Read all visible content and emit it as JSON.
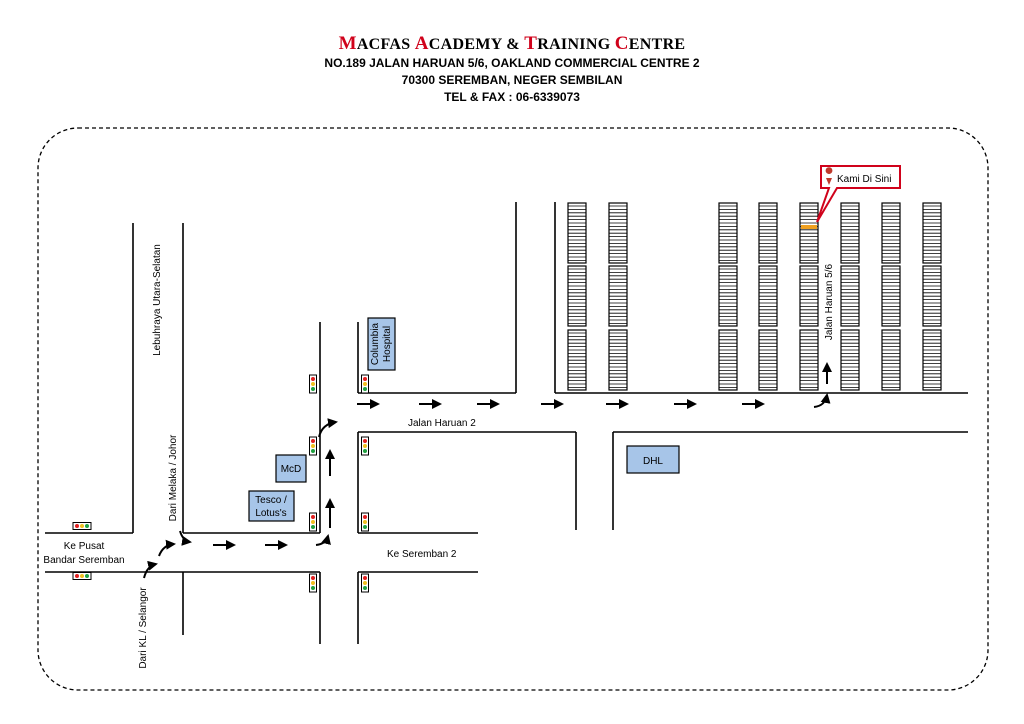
{
  "header": {
    "title_parts": [
      {
        "cap": "M",
        "rest": "ACFAS "
      },
      {
        "cap": "A",
        "rest": "CADEMY & "
      },
      {
        "cap": "T",
        "rest": "RAINING "
      },
      {
        "cap": "C",
        "rest": "ENTRE"
      }
    ],
    "address_line1": "NO.189 JALAN HARUAN 5/6, OAKLAND COMMERCIAL CENTRE 2",
    "address_line2": "70300 SEREMBAN, NEGER SEMBILAN",
    "tel_fax": "TEL & FAX : 06-6339073"
  },
  "colors": {
    "accent": "#d0021b",
    "landmark_fill": "#a7c5e8",
    "marker_bar": "#f0a020"
  },
  "map": {
    "marker_label": "Kami Di Sini",
    "roads": {
      "lebuhraya": "Lebuhraya Utara-Selatan",
      "dari_melaka": "Dari Melaka / Johor",
      "dari_kl": "Dari KL / Selangor",
      "ke_pusat_1": "Ke Pusat",
      "ke_pusat_2": "Bandar Seremban",
      "jalan_haruan_2": "Jalan Haruan 2",
      "ke_seremban_2": "Ke Seremban 2",
      "jalan_haruan_56": "Jalan Haruan 5/6"
    },
    "landmarks": {
      "mcd": "McD",
      "tesco_1": "Tesco /",
      "tesco_2": "Lotus's",
      "columbia_1": "Columbia",
      "columbia_2": "Hospital",
      "dhl": "DHL"
    }
  }
}
